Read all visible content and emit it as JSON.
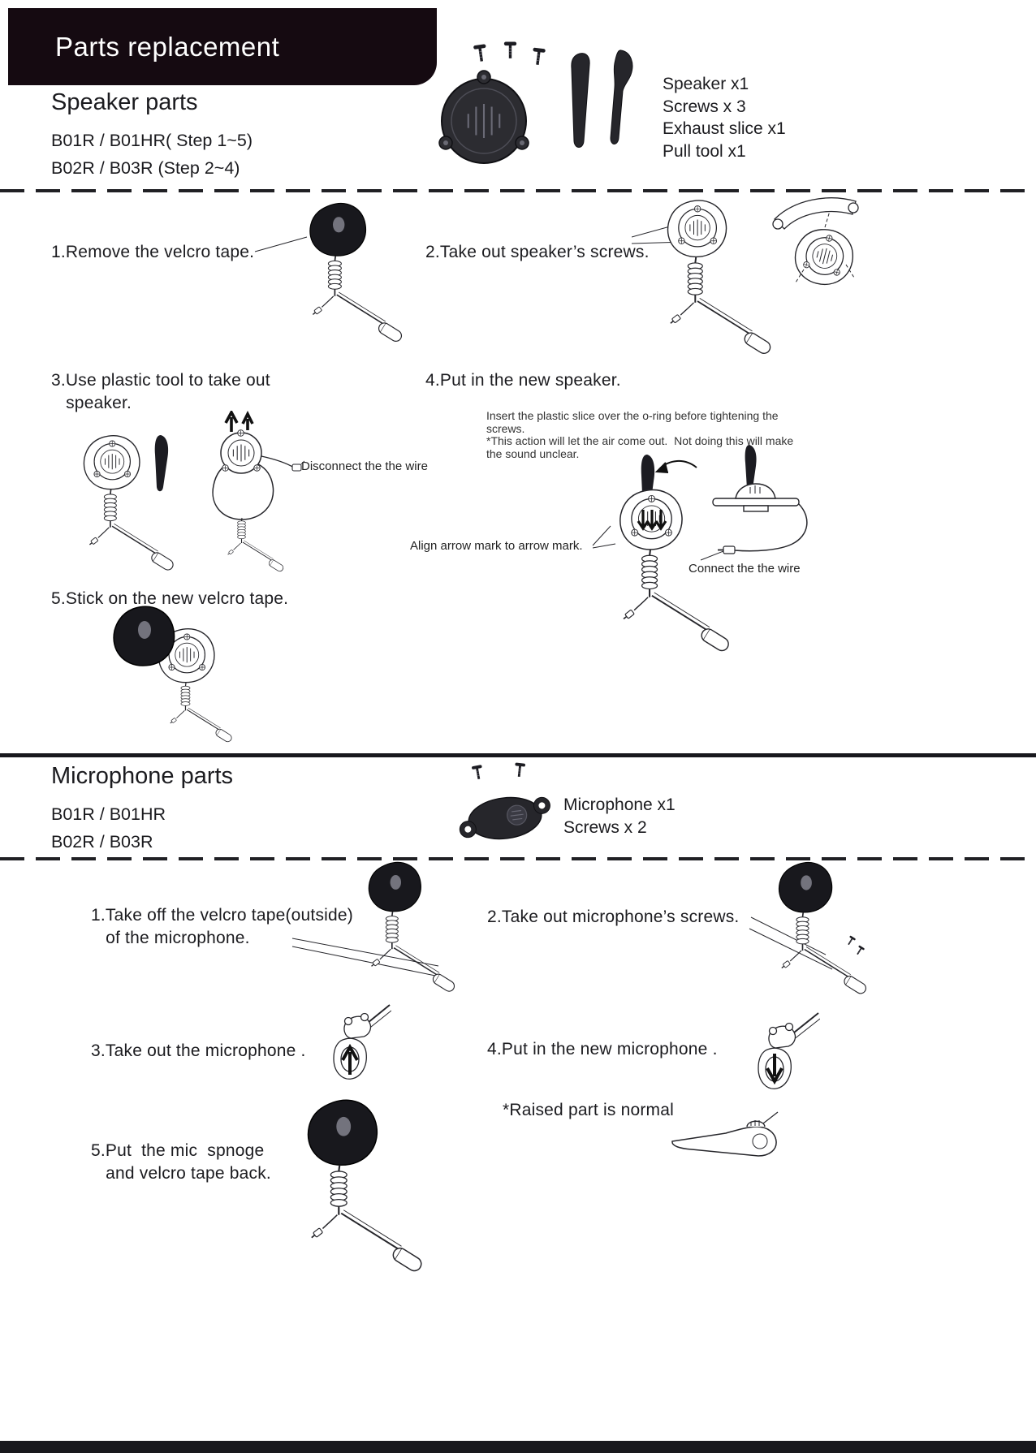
{
  "page": {
    "title": "Parts replacement"
  },
  "speaker": {
    "heading": "Speaker parts",
    "models": [
      "B01R / B01HR( Step 1~5)",
      "B02R / B03R (Step 2~4)"
    ],
    "parts": [
      "Speaker x1",
      "Screws x 3",
      "Exhaust slice x1",
      "Pull tool x1"
    ],
    "steps": {
      "s1": "1.Remove the velcro tape.",
      "s2": "2.Take out speaker’s screws.",
      "s3": "3.Use plastic tool to take out\n   speaker.",
      "s4": "4.Put in the new speaker.",
      "s5": "5.Stick on the new velcro tape."
    },
    "notes": {
      "insert_slice": "Insert the plastic slice over the o-ring before tightening the\nscrews.\n*This action will let the air come out.  Not doing this will make\nthe sound unclear.",
      "disconnect_wire": "Disconnect the the wire",
      "align_arrows": "Align arrow mark to arrow mark.",
      "connect_wire": "Connect the the wire"
    }
  },
  "microphone": {
    "heading": "Microphone parts",
    "models": [
      "B01R / B01HR",
      "B02R / B03R"
    ],
    "parts": [
      "Microphone x1",
      "Screws x 2"
    ],
    "steps": {
      "s1": "1.Take off the velcro tape(outside)\n   of the microphone.",
      "s2": "2.Take out microphone’s screws.",
      "s3": "3.Take out the microphone .",
      "s4": "4.Put in the new microphone .",
      "s5": "5.Put  the mic  spnoge\n   and velcro tape back."
    },
    "notes": {
      "raised": "*Raised part is normal"
    }
  },
  "colors": {
    "banner_bg": "#150a11",
    "ink": "#1b1b1f",
    "divider": "#18181d"
  }
}
